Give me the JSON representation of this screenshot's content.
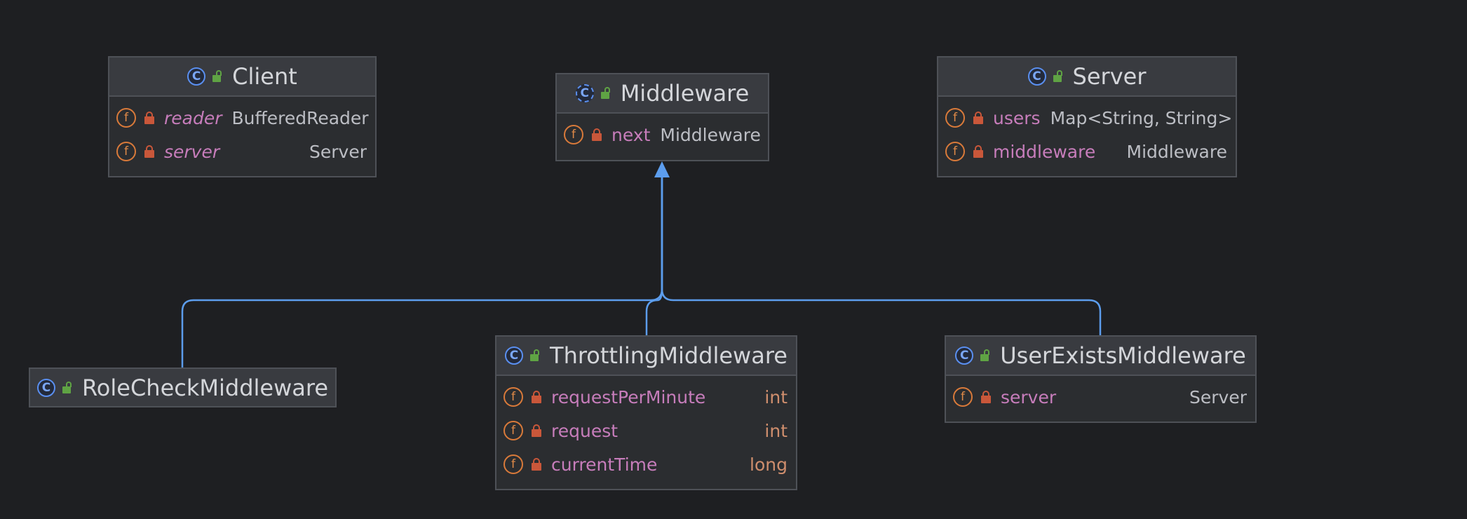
{
  "colors": {
    "background": "#1e1f22",
    "inheritance_edge": "#5c9ded",
    "field_name": "#c77dbb",
    "field_type": "#bcbec4",
    "primitive_type": "#cf8e6d",
    "class_icon": "#5a8ff0",
    "field_icon": "#d97a3a",
    "private_lock": "#c9573a",
    "public_lock": "#5fa344"
  },
  "classes": {
    "client": {
      "name": "Client",
      "icon": "class-icon",
      "fields": [
        {
          "name": "reader",
          "type": "BufferedReader",
          "static": true
        },
        {
          "name": "server",
          "type": "Server",
          "static": true
        }
      ]
    },
    "middleware": {
      "name": "Middleware",
      "icon": "abstract-class-icon",
      "fields": [
        {
          "name": "next",
          "type": "Middleware"
        }
      ]
    },
    "server": {
      "name": "Server",
      "icon": "class-icon",
      "fields": [
        {
          "name": "users",
          "type": "Map<String, String>"
        },
        {
          "name": "middleware",
          "type": "Middleware"
        }
      ]
    },
    "role_check": {
      "name": "RoleCheckMiddleware",
      "icon": "class-icon",
      "fields": []
    },
    "throttling": {
      "name": "ThrottlingMiddleware",
      "icon": "class-icon",
      "fields": [
        {
          "name": "requestPerMinute",
          "type": "int"
        },
        {
          "name": "request",
          "type": "int"
        },
        {
          "name": "currentTime",
          "type": "long"
        }
      ]
    },
    "user_exists": {
      "name": "UserExistsMiddleware",
      "icon": "class-icon",
      "fields": [
        {
          "name": "server",
          "type": "Server"
        }
      ]
    }
  },
  "relations": [
    {
      "type": "inheritance",
      "from": "RoleCheckMiddleware",
      "to": "Middleware"
    },
    {
      "type": "inheritance",
      "from": "ThrottlingMiddleware",
      "to": "Middleware"
    },
    {
      "type": "inheritance",
      "from": "UserExistsMiddleware",
      "to": "Middleware"
    }
  ],
  "glyphs": {
    "class_letter": "C",
    "field_letter": "f"
  }
}
